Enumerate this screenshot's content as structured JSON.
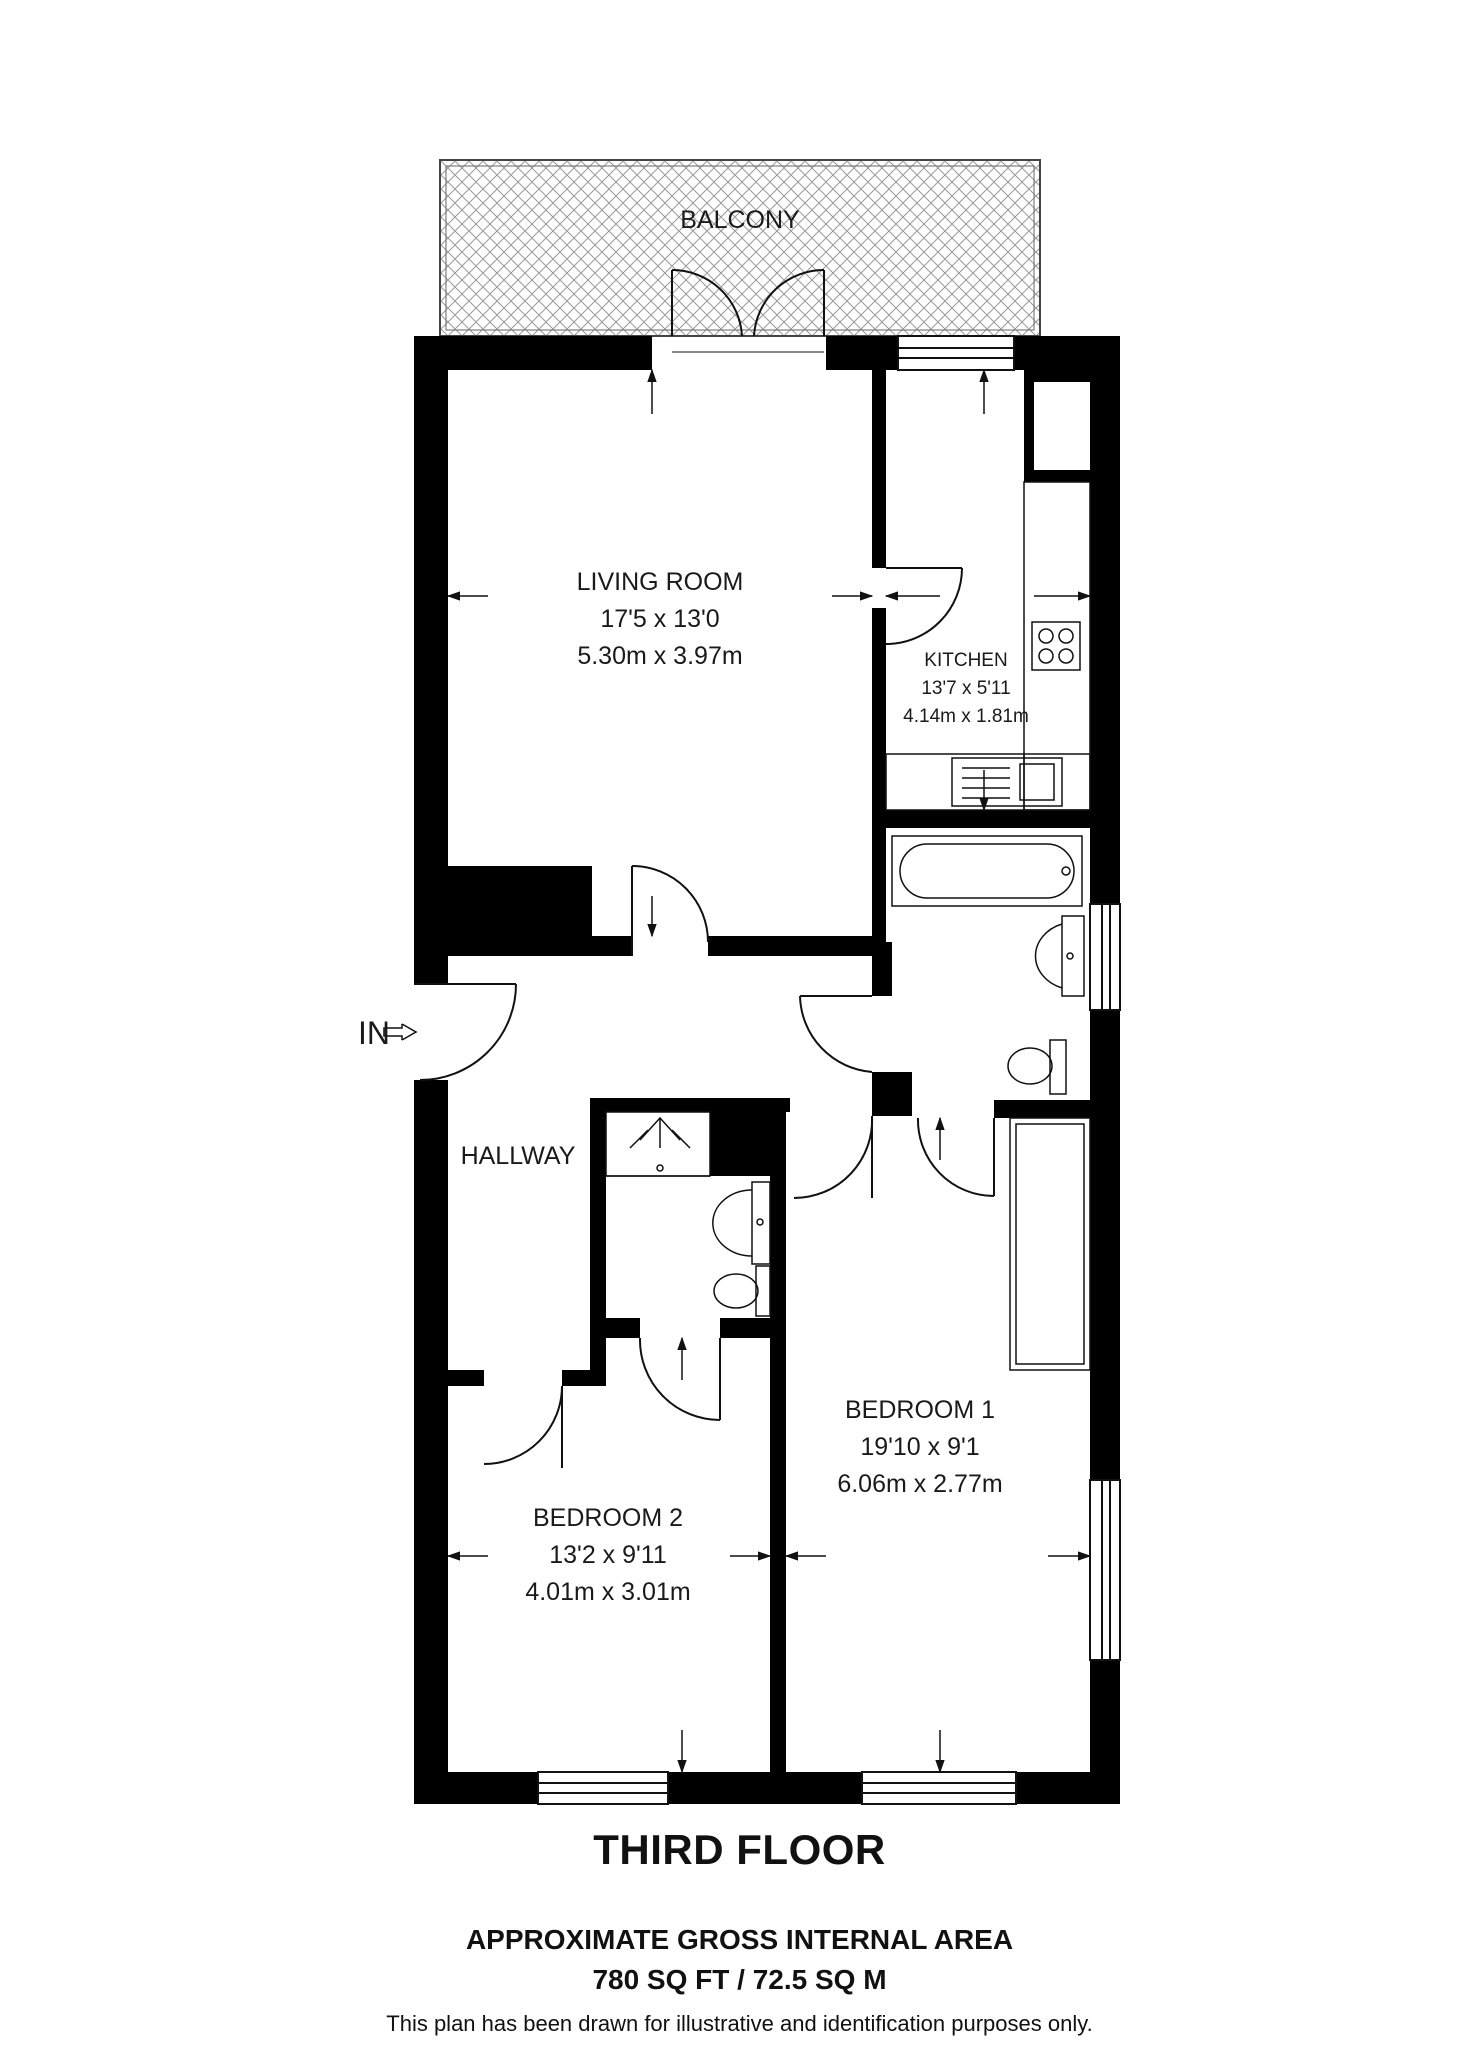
{
  "balcony": {
    "label": "BALCONY"
  },
  "rooms": {
    "living_room": {
      "name": "LIVING ROOM",
      "imperial": "17'5 x 13'0",
      "metric": "5.30m x 3.97m"
    },
    "kitchen": {
      "name": "KITCHEN",
      "imperial": "13'7 x 5'11",
      "metric": "4.14m x 1.81m"
    },
    "hallway": {
      "name": "HALLWAY"
    },
    "bedroom_1": {
      "name": "BEDROOM 1",
      "imperial": "19'10 x 9'1",
      "metric": "6.06m x 2.77m"
    },
    "bedroom_2": {
      "name": "BEDROOM 2",
      "imperial": "13'2 x 9'11",
      "metric": "4.01m x 3.01m"
    }
  },
  "entrance": {
    "label": "IN"
  },
  "floor": {
    "title": "THIRD FLOOR"
  },
  "area": {
    "heading": "APPROXIMATE GROSS INTERNAL AREA",
    "value": "780 SQ FT / 72.5 SQ M"
  },
  "disclaimer": "This plan has been drawn for illustrative and identification purposes only."
}
